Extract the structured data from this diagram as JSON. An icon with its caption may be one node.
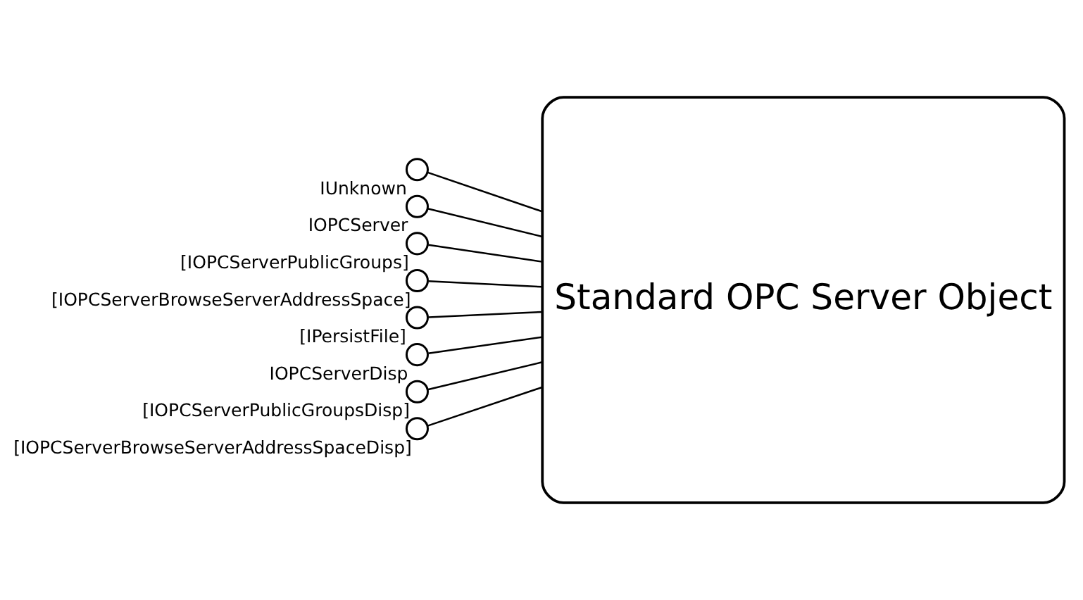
{
  "diagram": {
    "nodes": [
      {
        "text": [
          "Standard OPC Server Object"
        ]
      },
      {
        "text": [],
        "shape": "circle",
        "beside": [
          "IUnknown"
        ]
      },
      {
        "text": [],
        "shape": "circle",
        "beside": [
          "IOPCServer"
        ]
      },
      {
        "text": [],
        "shape": "circle",
        "beside": [
          "[IOPCServerPublicGroups]"
        ]
      },
      {
        "text": [],
        "shape": "circle",
        "beside": [
          "[IOPCServerBrowseServerAddressSpace]"
        ]
      },
      {
        "text": [],
        "shape": "circle",
        "beside": [
          "[IPersistFile]"
        ]
      },
      {
        "text": [],
        "shape": "circle",
        "beside": [
          "IOPCServerDisp"
        ]
      },
      {
        "text": [],
        "shape": "circle",
        "beside": [
          "[IOPCServerPublicGroupsDisp]"
        ]
      },
      {
        "text": [],
        "shape": "circle",
        "beside": [
          "[IOPCServerBrowseServerAddressSpaceDisp]"
        ]
      }
    ],
    "edges": [
      {
        "from": 1,
        "to": 0,
        "arrow": "none"
      },
      {
        "from": 2,
        "to": 0,
        "arrow": "none"
      },
      {
        "from": 3,
        "to": 0,
        "arrow": "none"
      },
      {
        "from": 4,
        "to": 0,
        "arrow": "none"
      },
      {
        "from": 5,
        "to": 0,
        "arrow": "none"
      },
      {
        "from": 6,
        "to": 0,
        "arrow": "none"
      },
      {
        "from": 7,
        "to": 0,
        "arrow": "none"
      },
      {
        "from": 8,
        "to": 0,
        "arrow": "none"
      }
    ]
  }
}
